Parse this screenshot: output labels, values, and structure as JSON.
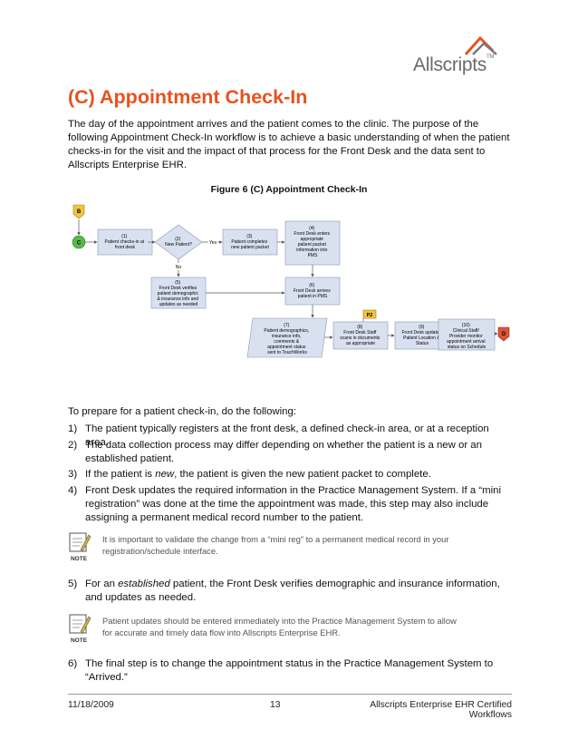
{
  "header": {
    "logo_text": "Allscripts",
    "logo_tm": "TM"
  },
  "title": "(C) Appointment Check-In",
  "intro": "The day of the appointment arrives and the patient comes to the clinic.  The purpose of the following Appointment Check-In workflow is to achieve a basic understanding of when the patient checks-in for the visit and the impact of that process for the Front Desk and the data sent to Allscripts Enterprise EHR.",
  "figure_title": "Figure 6 (C) Appointment Check-In",
  "flowchart": {
    "connector_b": "B",
    "start_c": "C",
    "end_d": "D",
    "ref_p2": "P2",
    "yes_label": "Yes",
    "no_label": "No",
    "n1": [
      "(1)",
      "Patient checks-in at",
      "front desk"
    ],
    "n2": [
      "(2)",
      "New Patient?"
    ],
    "n3": [
      "(3)",
      "Patient completes",
      "new patient packet"
    ],
    "n4": [
      "(4)",
      "Front Desk enters",
      "appropriate",
      "patient packet",
      "information into",
      "PMS"
    ],
    "n5": [
      "(5)",
      "Front Desk verifies",
      "patient demographic",
      "& insurance info and",
      "updates as needed"
    ],
    "n6": [
      "(6)",
      "Front Desk arrives",
      "patient in PMS"
    ],
    "n7": [
      "(7)",
      "Patient demographics,",
      "insurance info,",
      "comments &",
      "appointment status",
      "sent to TouchWorks"
    ],
    "n8": [
      "(8)",
      "Front Desk Staff",
      "scans in documents",
      "as appropriate"
    ],
    "n9": [
      "(9)",
      "Front Desk updates",
      "Patient Location &",
      "Status"
    ],
    "n10": [
      "(10)",
      "Clinical Staff/",
      "Provider monitor",
      "appointment arrival",
      "status on Schedule"
    ]
  },
  "prep": "To prepare for a patient check-in, do the following:",
  "steps": {
    "s1_num": "1)",
    "s1": "The patient typically registers at the front desk, a defined check-in area, or at a reception area.",
    "s2_num": "2)",
    "s2": "The data collection process may differ depending on whether the patient is a new or an established patient.",
    "s3_num": "3)",
    "s3_a": "If the patient is ",
    "s3_em": "new",
    "s3_b": ", the patient is given the new patient packet to complete.",
    "s4_num": "4)",
    "s4": "Front Desk updates the required information in the Practice Management System.  If a “mini registration” was done at the time the appointment was made, this step may also include assigning a permanent medical record number to the patient.",
    "s5_num": "5)",
    "s5_a": "For an ",
    "s5_em": "established",
    "s5_b": " patient, the Front Desk verifies demographic and insurance information, and updates as needed.",
    "s6_num": "6)",
    "s6": "The final step is to change the appointment status in the Practice Management System to “Arrived.”"
  },
  "notes": {
    "label": "NOTE",
    "n1": "It is important to validate the change from a “mini reg” to a permanent medical record in your registration/schedule interface.",
    "n2": "Patient updates should be entered immediately into the Practice Management System to allow for accurate and timely data flow into Allscripts Enterprise EHR."
  },
  "footer": {
    "date": "11/18/2009",
    "page": "13",
    "doc": "Allscripts Enterprise EHR Certified Workflows"
  },
  "colors": {
    "title": "#e8521f",
    "box_fill": "#d9e1f1",
    "connector_fill": "#f5c342",
    "start_fill": "#56b947",
    "end_fill": "#e0523a"
  }
}
